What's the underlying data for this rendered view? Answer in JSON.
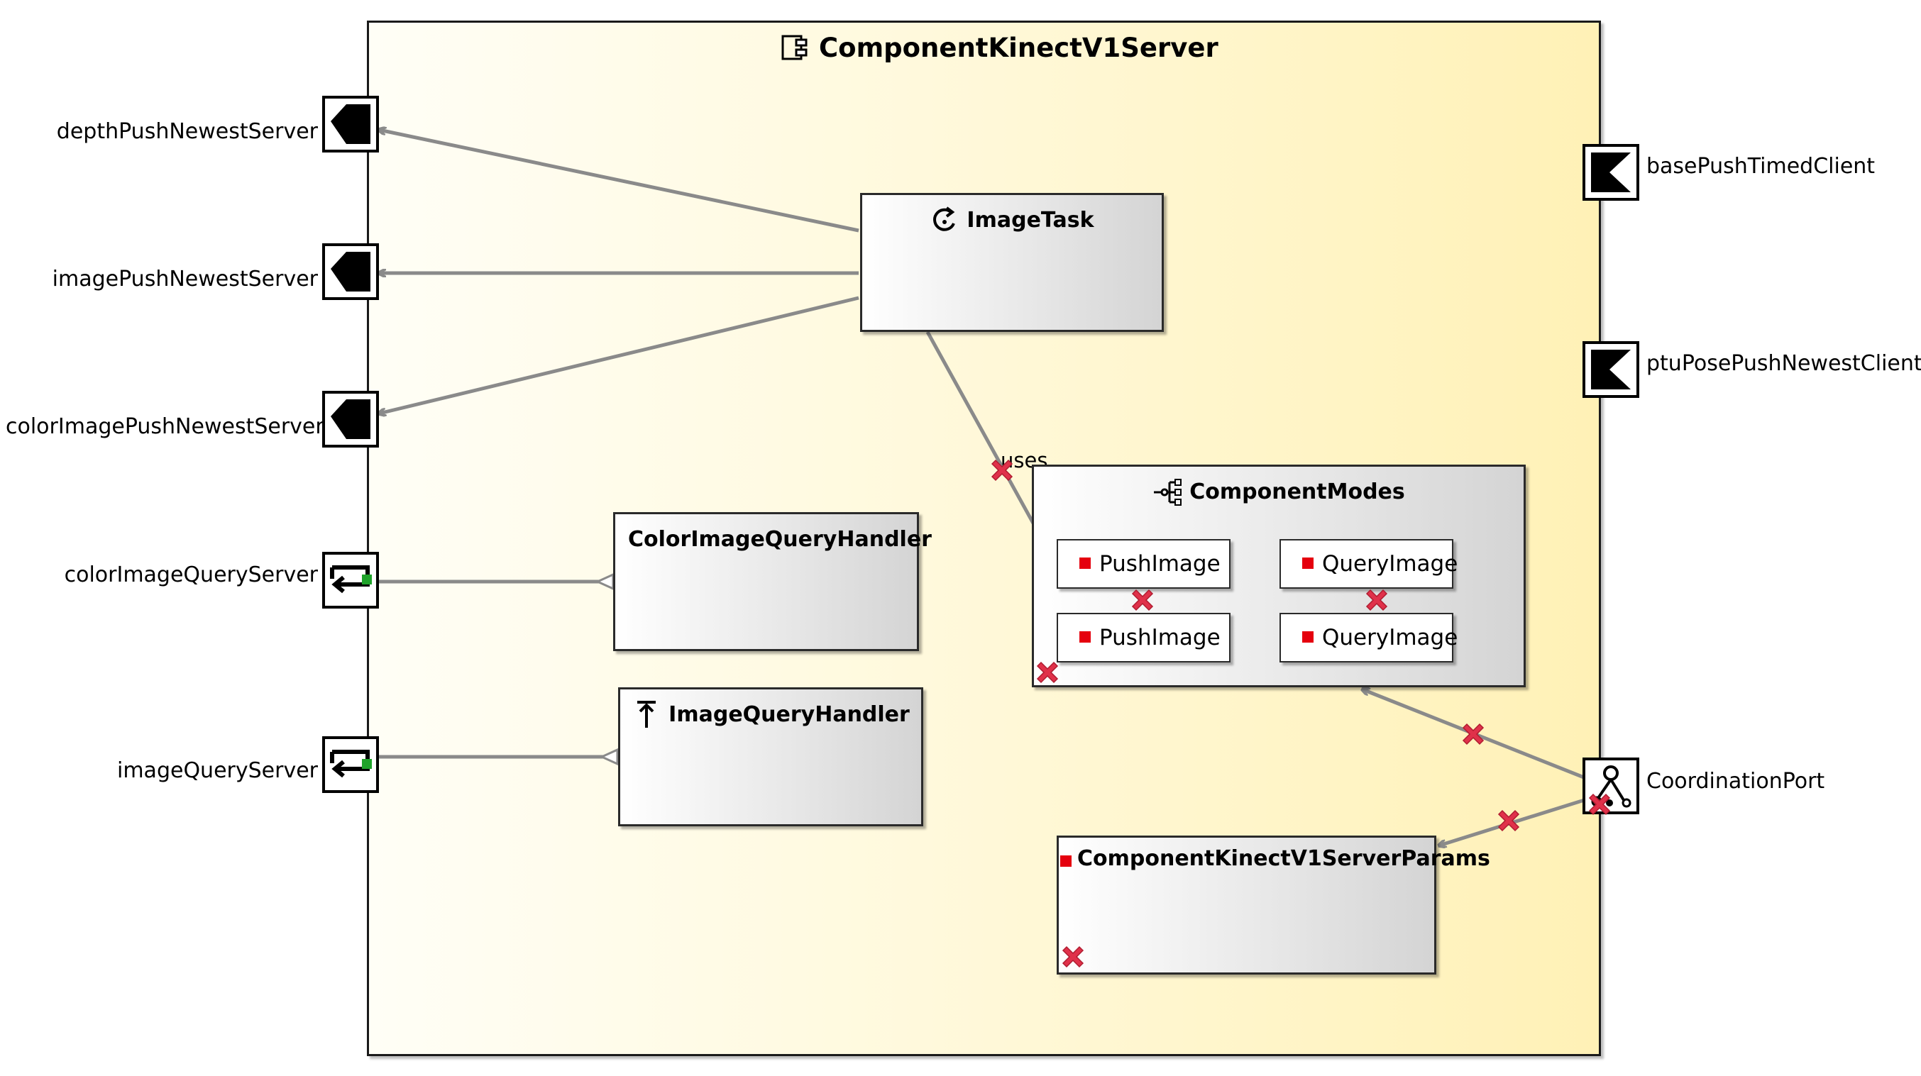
{
  "component": {
    "title": "ComponentKinectV1Server",
    "icon": "component-icon",
    "fill_gradient": [
      "#fffef6",
      "#fff1b6"
    ]
  },
  "ports_left": [
    {
      "name": "depthPushNewestServer",
      "kind": "push-server",
      "icon": "push-server-port-icon"
    },
    {
      "name": "imagePushNewestServer",
      "kind": "push-server",
      "icon": "push-server-port-icon"
    },
    {
      "name": "colorImagePushNewestServer",
      "kind": "push-server",
      "icon": "push-server-port-icon"
    },
    {
      "name": "colorImageQueryServer",
      "kind": "query-server",
      "icon": "query-server-port-icon"
    },
    {
      "name": "imageQueryServer",
      "kind": "query-server",
      "icon": "query-server-port-icon"
    }
  ],
  "ports_right": [
    {
      "name": "basePushTimedClient",
      "kind": "push-client",
      "icon": "push-client-port-icon"
    },
    {
      "name": "ptuPosePushNewestClient",
      "kind": "push-client",
      "icon": "push-client-port-icon"
    },
    {
      "name": "CoordinationPort",
      "kind": "coordination",
      "icon": "coordination-port-icon"
    }
  ],
  "elements": {
    "image_task": {
      "title": "ImageTask",
      "icon": "task-cycle-icon"
    },
    "color_handler": {
      "title": "ColorImageQueryHandler",
      "icon": "upload-arrow-icon"
    },
    "image_handler": {
      "title": "ImageQueryHandler",
      "icon": "upload-arrow-icon"
    },
    "modes": {
      "title": "ComponentModes",
      "icon": "tree-structure-icon",
      "items": [
        "PushImage",
        "QueryImage",
        "PushImage",
        "QueryImage"
      ]
    },
    "params": {
      "title": "ComponentKinectV1ServerParams"
    }
  },
  "edges": {
    "uses_label": "uses"
  },
  "colors": {
    "wire": "#8a8a8a",
    "error": "#e0314a",
    "mode_marker": "#e5000e",
    "query_marker": "#1fa32a"
  }
}
